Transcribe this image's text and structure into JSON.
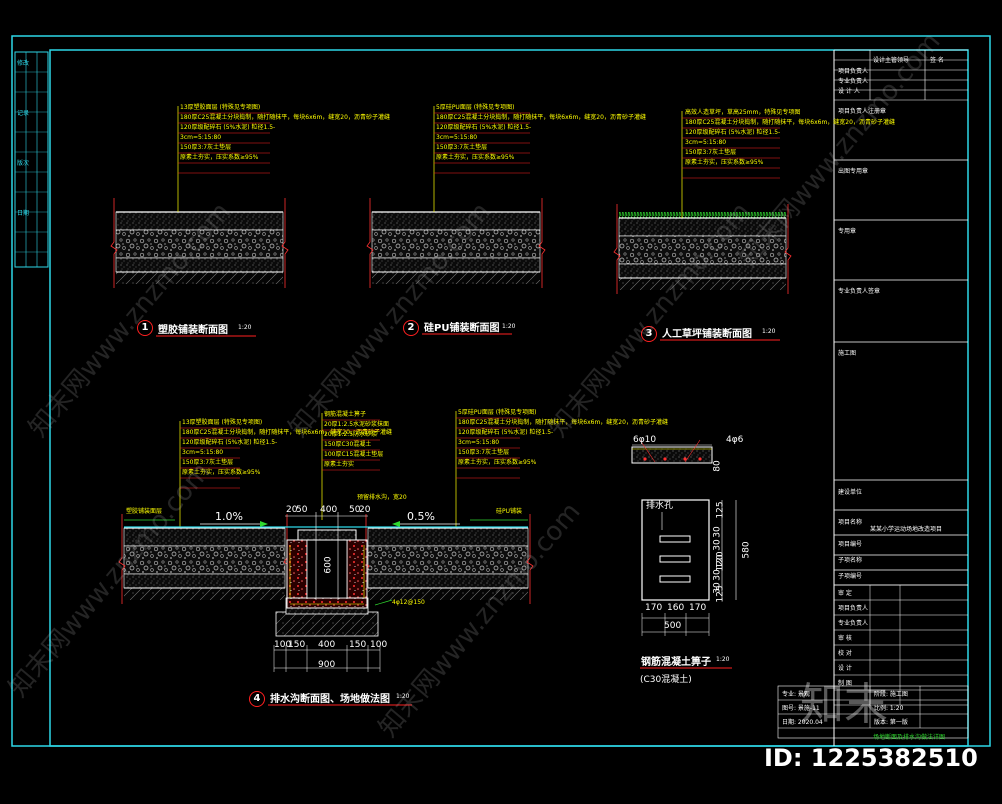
{
  "sections": {
    "s1": {
      "number": "1",
      "title": "塑胶铺装断面图",
      "scale": "1:20"
    },
    "s2": {
      "number": "2",
      "title": "硅PU铺装断面图",
      "scale": "1:20"
    },
    "s3": {
      "number": "3",
      "title": "人工草坪铺装断面图",
      "scale": "1:20"
    },
    "s4": {
      "number": "4",
      "title": "排水沟断面图、场地做法图",
      "scale": "1:20"
    },
    "s5": {
      "title": "钢筋混凝土箅子",
      "scale": "1:20",
      "note": "(C30混凝土)"
    }
  },
  "annotations": {
    "a1": [
      "13厚塑胶面层 (特殊见专项图)",
      "180厚C25混凝土分块捣制，随打随抹平，每块6x6m，缝宽20，沥青砂子灌缝",
      "120厚级配碎石 (5%水泥) 粒径1.5-",
      "3cm=5:15:80",
      "150厚3:7灰土垫层",
      "原素土夯实，压实系数≥95%"
    ],
    "a2": [
      "5厚硅PU面层 (特殊见专项图)",
      "180厚C25混凝土分块捣制，随打随抹平，每块6x6m，缝宽20，沥青砂子灌缝",
      "120厚级配碎石 (5%水泥) 粒径1.5-",
      "3cm=5:15:80",
      "150厚3:7灰土垫层",
      "原素土夯实，压实系数≥95%"
    ],
    "a3": [
      "高效人造草坪，草高25mm，特殊见专项图",
      "180厚C25混凝土分块捣制，随打随抹平，每块6x6m，缝宽20，沥青砂子灌缝",
      "120厚级配碎石 (5%水泥) 粒径1.5-",
      "3cm=5:15:80",
      "150厚3:7灰土垫层",
      "原素土夯实，压实系数≥95%"
    ],
    "a4left": [
      "13厚塑胶面层 (特殊见专项图)",
      "180厚C25混凝土分块捣制，随打随抹平，每块6x6m，缝宽20，沥青砂子灌缝",
      "120厚级配碎石 (5%水泥) 粒径1.5-",
      "3cm=5:15:80",
      "150厚3:7灰土垫层",
      "原素土夯实，压实系数≥95%"
    ],
    "a4mid": [
      "钢筋混凝土箅子",
      "20厚1:2.5水泥砂浆抹面",
      "20厚1:2.5防水砂浆",
      "150厚C30混凝土",
      "100厚C15混凝土垫层",
      "原素土夯实"
    ],
    "a4right": [
      "5厚硅PU面层 (特殊见专项图)",
      "180厚C25混凝土分块捣制，随打随抹平，每块6x6m，缝宽20，沥青砂子灌缝",
      "120厚级配碎石 (5%水泥) 粒径1.5-",
      "3cm=5:15:80",
      "150厚3:7灰土垫层",
      "原素土夯实，压实系数≥95%"
    ],
    "drain_note": "预留排水沟，宽20",
    "left_label": "塑胶铺装面层",
    "right_label": "硅PU铺装",
    "rebar_note": "4φ12@150",
    "drain_hole": "排水孔"
  },
  "slopes": {
    "left": "1.0%",
    "right": "0.5%"
  },
  "dims": {
    "trench_top": [
      "20",
      "50",
      "400",
      "50",
      "20"
    ],
    "trench_bottom": [
      "100",
      "150",
      "400",
      "150",
      "100"
    ],
    "trench_total": "900",
    "trench_depth": "600",
    "grate_top": [
      "6φ10",
      "4φ6"
    ],
    "grate_thk": "80",
    "grate_w": [
      "170",
      "160",
      "170"
    ],
    "grate_total": "500",
    "grate_h": [
      "125",
      "30",
      "30",
      "120",
      "30",
      "30",
      "120",
      "125"
    ],
    "grate_total_h": "580"
  },
  "title_block": {
    "header": [
      "设计主管领导",
      "签 名"
    ],
    "rows_top": [
      "项目负责人",
      "专业负责人",
      "设 计 人"
    ],
    "fields": [
      "项目负责人注册章",
      "出图专用章",
      "专用章",
      "专业负责人签章",
      "施工图"
    ],
    "client_label": "建设单位",
    "project_label": "项目名称",
    "project_name": "某某小学运动场地改造项目",
    "nums": [
      "项目编号",
      "子项名称",
      "子项编号"
    ],
    "approvals": [
      "审 定",
      "项目负责人",
      "专业负责人",
      "审 核",
      "校 对",
      "设 计",
      "制 图"
    ],
    "footer": [
      "专业: 景观",
      "阶段: 施工图",
      "图号: 景施-11",
      "比例: 1:20",
      "日期: 2020.04",
      "版本: 第一版"
    ],
    "drawing_title": "场地断面及排水沟做法详图"
  },
  "side_strip": [
    "修改",
    "记录",
    "版次",
    "日期"
  ],
  "watermark": {
    "site": "知末网www.znzmo.com",
    "logo": "知末",
    "id": "ID: 1225382510"
  }
}
